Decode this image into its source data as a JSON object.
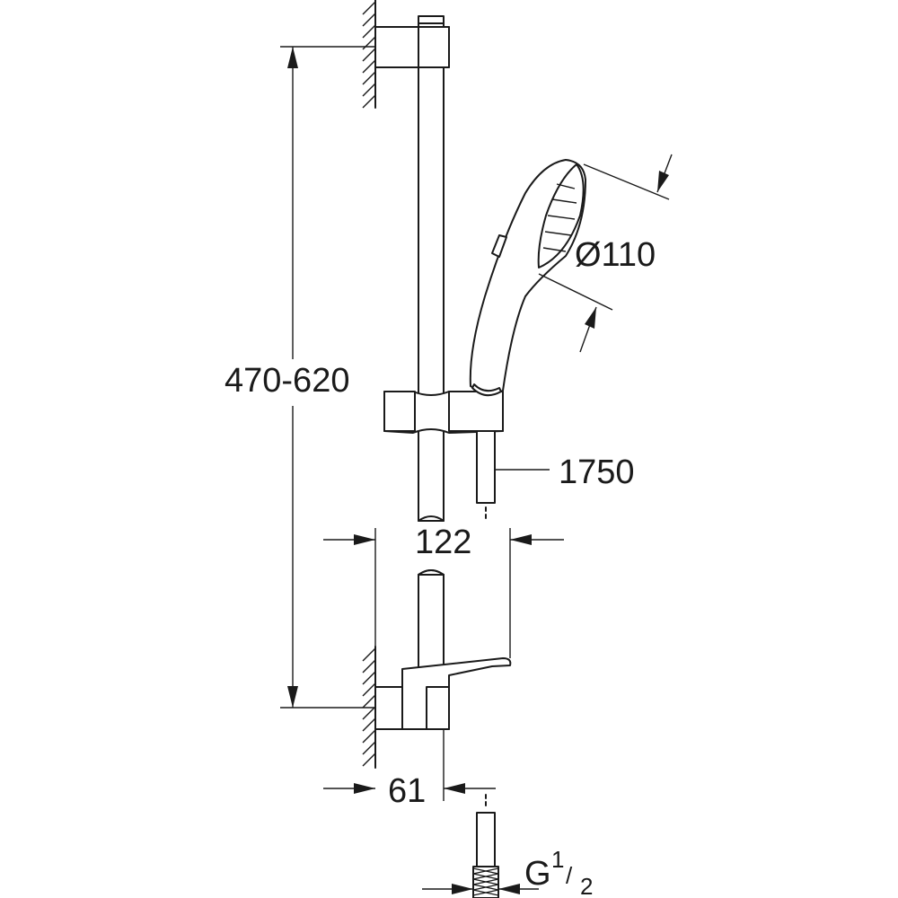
{
  "dimensions": {
    "height_range": "470-620",
    "head_diameter": "Ø110",
    "hose_length": "1750",
    "holder_projection": "122",
    "wall_offset": "61",
    "thread_main": "G",
    "thread_num": "1",
    "thread_sep": "/",
    "thread_den": "2"
  },
  "colors": {
    "line": "#1a1a1a",
    "background": "#ffffff"
  }
}
